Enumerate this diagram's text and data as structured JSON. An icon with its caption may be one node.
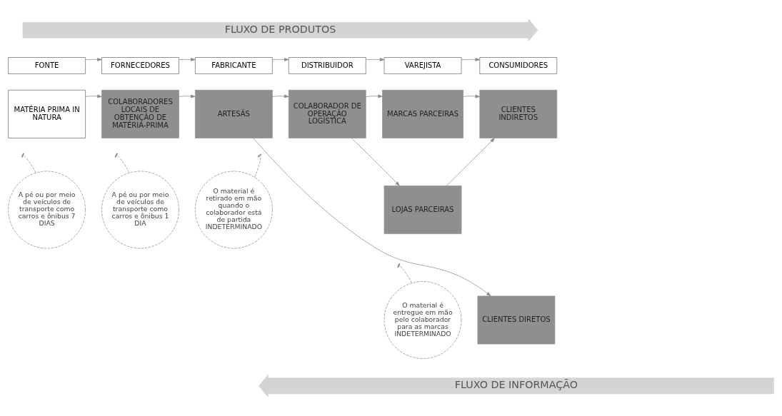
{
  "diagram": {
    "nodes": [
      {
        "text": [
          "FLUXO DE PRODUTOS"
        ]
      },
      {
        "text": [
          "FONTE"
        ]
      },
      {
        "text": [
          "FORNECEDORES"
        ]
      },
      {
        "text": [
          "FABRICANTE"
        ]
      },
      {
        "text": [
          "DISTRIBUIDOR"
        ]
      },
      {
        "text": [
          "VAREJISTA"
        ]
      },
      {
        "text": [
          "CONSUMIDORES"
        ]
      },
      {
        "text": [
          "MATÉRIA PRIMA IN NATURA"
        ]
      },
      {
        "text": [
          "COLABORADORES LOCAIS DE OBTENÇÃO DE MATÉRIA-PRIMA"
        ]
      },
      {
        "text": [
          "ARTESÃS"
        ]
      },
      {
        "text": [
          "COLABORADOR DE OPERAÇÃO LOGÍSTICA"
        ]
      },
      {
        "text": [
          "MARCAS PARCEIRAS"
        ]
      },
      {
        "text": [
          "CLIENTES INDIRETOS"
        ]
      },
      {
        "text": [
          "A pé ou por meio de veículos de transporte como carros e ônibus 7 DIAS"
        ]
      },
      {
        "text": [
          "A pé ou por meio de veículos de transporte como carros e ônibus 1 DIA"
        ]
      },
      {
        "text": [
          "O material é retirado em mão quando o colaborador está de partida INDETERMINADO"
        ]
      },
      {
        "text": [
          "LOJAS PARCEIRAS"
        ]
      },
      {
        "text": [
          "O material é entregue em mão pelo colaborador para as marcas INDETERMINADO"
        ]
      },
      {
        "text": [
          "CLIENTES DIRETOS"
        ]
      },
      {
        "text": [
          "FLUXO DE INFORMAÇÃO"
        ]
      }
    ],
    "edges": [
      {
        "from": 1,
        "to": 2,
        "arrow": "to"
      },
      {
        "from": 2,
        "to": 3,
        "arrow": "to"
      },
      {
        "from": 3,
        "to": 4,
        "arrow": "to"
      },
      {
        "from": 4,
        "to": 5,
        "arrow": "to"
      },
      {
        "from": 5,
        "to": 6,
        "arrow": "to"
      },
      {
        "from": 7,
        "to": 8,
        "arrow": "to"
      },
      {
        "from": 8,
        "to": 9,
        "arrow": "to"
      },
      {
        "from": 9,
        "to": 10,
        "arrow": "to"
      },
      {
        "from": 10,
        "to": 11,
        "arrow": "to"
      },
      {
        "from": 11,
        "to": 12,
        "arrow": "to"
      },
      {
        "from": 10,
        "to": 16,
        "arrow": "to"
      },
      {
        "from": 16,
        "to": 12,
        "arrow": "to"
      },
      {
        "from": 9,
        "to": 18,
        "arrow": "to"
      },
      {
        "from": 13,
        "to": null,
        "arrow": "other",
        "style": "dashed"
      },
      {
        "from": 14,
        "to": null,
        "arrow": "other",
        "style": "dashed"
      },
      {
        "from": 15,
        "to": null,
        "arrow": "other",
        "style": "dashed"
      },
      {
        "from": 17,
        "to": null,
        "arrow": "other",
        "style": "dashed"
      }
    ]
  }
}
